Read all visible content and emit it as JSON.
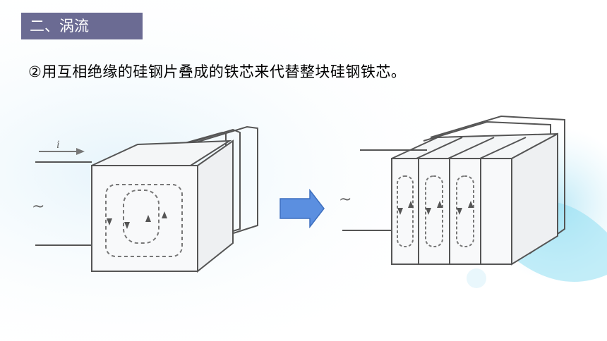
{
  "section": {
    "label": "二、涡流"
  },
  "content": {
    "statement": "②用互相绝缘的硅钢片叠成的铁芯来代替整块硅钢铁芯。"
  },
  "figure_left": {
    "current_label": "i",
    "ac_symbol": "~"
  },
  "figure_right": {
    "ac_symbol": "~"
  },
  "colors": {
    "tag": "#6b6b93",
    "arrow": "#5b8fe0",
    "line": "#555555"
  }
}
